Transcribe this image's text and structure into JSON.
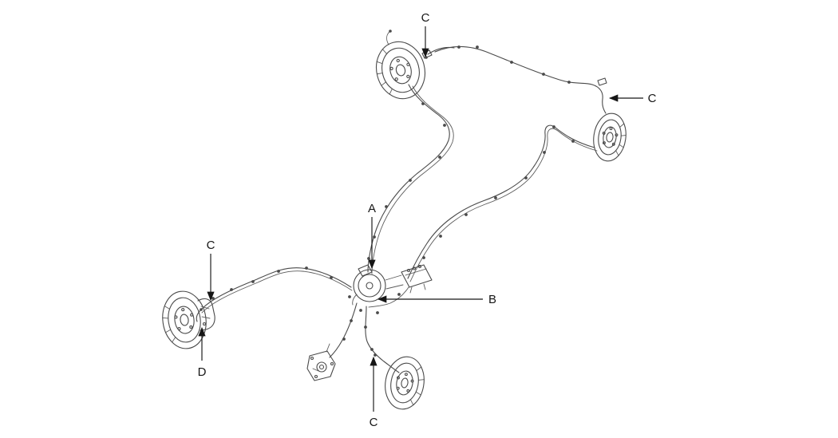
{
  "figure": {
    "kind": "brake-tube-and-hose-routing-diagram",
    "background_color": "#ffffff",
    "line_color": "#4a4a4a",
    "accent_color": "#161616",
    "callouts": [
      {
        "label": "A"
      },
      {
        "label": "B"
      },
      {
        "label": "C"
      },
      {
        "label": "C"
      },
      {
        "label": "C"
      },
      {
        "label": "C"
      },
      {
        "label": "D"
      }
    ]
  }
}
